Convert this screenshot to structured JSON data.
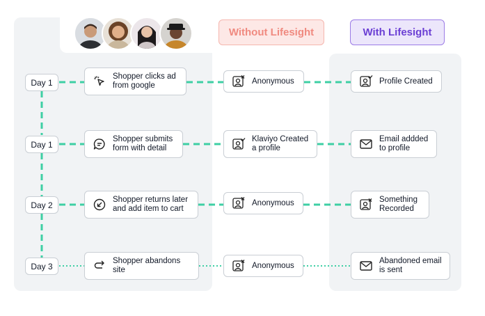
{
  "header": {
    "without_label": "Without Lifesight",
    "with_label": "With Lifesight",
    "colors": {
      "without_bg": "#fde8e6",
      "without_text": "#f08a80",
      "with_bg": "#ece6fb",
      "with_text": "#6b3fd4",
      "accent": "#3ecfa4"
    }
  },
  "avatars": [
    "person-1",
    "person-2",
    "person-3",
    "person-4"
  ],
  "rows": [
    {
      "day": "Day 1",
      "action": "Shopper clicks ad from google",
      "action_icon": "cursor-click-icon",
      "without": "Anonymous",
      "without_icon": "anonymous-profile-icon",
      "with": "Profile Created",
      "with_icon": "profile-check-icon"
    },
    {
      "day": "Day 1",
      "action": "Shopper submits form with detail",
      "action_icon": "chat-icon",
      "without": "Klaviyo Created a profile",
      "without_icon": "profile-check-icon",
      "with": "Email addded to profile",
      "with_icon": "mail-icon"
    },
    {
      "day": "Day 2",
      "action": "Shopper returns later and add item to cart",
      "action_icon": "return-arrow-icon",
      "without": "Anonymous",
      "without_icon": "anonymous-profile-icon",
      "with": "Something Recorded",
      "with_icon": "anonymous-profile-icon"
    },
    {
      "day": "Day 3",
      "action": "Shopper abandons site",
      "action_icon": "redo-arrow-icon",
      "without": "Anonymous",
      "without_icon": "anonymous-profile-icon",
      "with": "Abandoned email is sent",
      "with_icon": "mail-icon"
    }
  ]
}
